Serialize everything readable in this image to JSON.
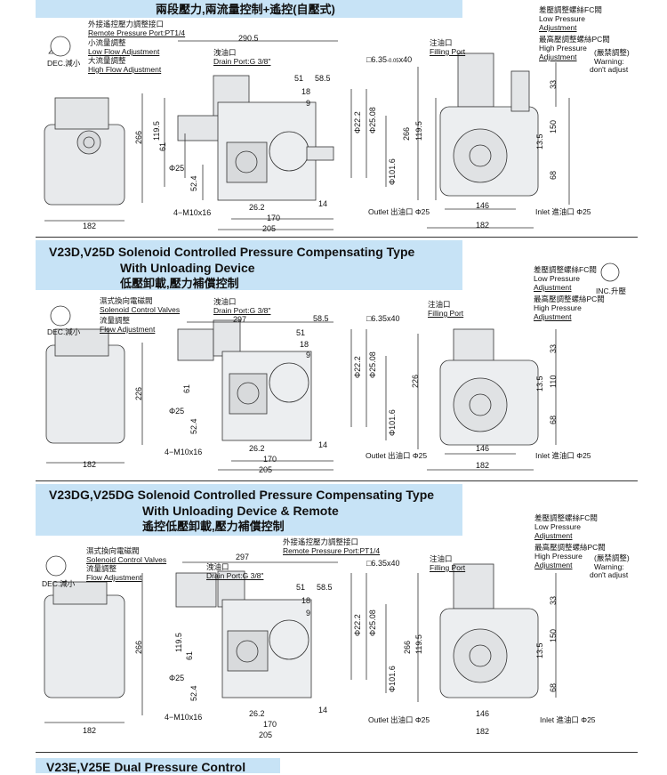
{
  "sections": [
    {
      "title_cn": "兩段壓力,兩流量控制+遙控(自壓式)",
      "left": {
        "dec": "DEC.減小",
        "w182": "182",
        "h266": "266"
      },
      "mid": {
        "remote_cn": "外接遙控壓力調整接口",
        "remote_en": "Remote Pressure Port:PT1/4",
        "low_flow_cn": "小流量調整",
        "low_flow_en": "Low Flow Adjustment",
        "high_flow_cn": "大流量調整",
        "high_flow_en": "High Flow Adjustment",
        "drain_cn": "洩油口",
        "drain_en": "Drain Port:G 3/8\"",
        "d290": "290.5",
        "d51": "51",
        "d58": "58.5",
        "d18": "18",
        "d9": "9",
        "d119": "119.5",
        "d61": "61",
        "d524": "52.4",
        "phi25": "Φ25",
        "m10": "4−M10x16",
        "d262": "26.2",
        "d14": "14",
        "d170": "170",
        "d205": "205",
        "key": "□6.35",
        "key_tol": "-0.05",
        "keyx": "x40",
        "phi22": "Φ22.2",
        "phi2508": "Φ25.08",
        "phi1016": "Φ101.6"
      },
      "right": {
        "fc_cn": "差壓調整螺絲FC閥",
        "fc_en1": "Low Pressure",
        "fc_en2": "Adjustment",
        "pc_cn": "最高壓調整螺絲PC閥",
        "pc_en1": "High Pressure",
        "pc_en2": "Adjustment",
        "warn_cn": "(嚴禁調整)",
        "warn1": "Warning:",
        "warn2": "don't adjust",
        "fill_cn": "注油口",
        "fill_en": "Filling Port",
        "d33": "33",
        "d135": "13.5",
        "d150": "150",
        "d68": "68",
        "d266": "266",
        "d1195": "119.5",
        "d146": "146",
        "d182": "182",
        "outlet": "Outlet 出油口 Φ25",
        "inlet": "Inlet 進油口 Φ25"
      }
    },
    {
      "title_en1": "V23D,V25D Solenoid Controlled Pressure Compensating Type",
      "title_en2": "With Unloading Device",
      "title_cn": "低壓卸載,壓力補償控制",
      "left": {
        "dec": "DEC.減小",
        "w182": "182",
        "h226": "226"
      },
      "mid": {
        "sol_cn": "濕式換向電磁閥",
        "sol_en": "Solenoid Control Valves",
        "flow_cn": "流量調整",
        "flow_en": "Flow Adjustment",
        "drain_cn": "洩油口",
        "drain_en": "Drain Port:G 3/8\"",
        "d297": "297",
        "d58": "58.5",
        "d51": "51",
        "d18": "18",
        "d9": "9",
        "d61": "61",
        "d524": "52.4",
        "phi25": "Φ25",
        "m10": "4−M10x16",
        "d262": "26.2",
        "d14": "14",
        "d170": "170",
        "d205": "205",
        "key": "□6.35",
        "keyx": "x40",
        "phi22": "Φ22.2",
        "phi2508": "Φ25.08",
        "phi1016": "Φ101.6"
      },
      "right": {
        "fc_cn": "差壓調整螺絲FC閥",
        "fc_en1": "Low Pressure",
        "fc_en2": "Adjustment",
        "inc": "INC.升壓",
        "pc_cn": "最高壓調整螺絲PC閥",
        "pc_en1": "High Pressure",
        "pc_en2": "Adjustment",
        "fill_cn": "注油口",
        "fill_en": "Filling Port",
        "d33": "33",
        "d135": "13.5",
        "d110": "110",
        "d68": "68",
        "d226": "226",
        "d146": "146",
        "d182": "182",
        "outlet": "Outlet 出油口 Φ25",
        "inlet": "Inlet 進油口 Φ25"
      }
    },
    {
      "title_en1": "V23DG,V25DG Solenoid Controlled Pressure Compensating Type",
      "title_en2": "With Unloading Device & Remote",
      "title_cn": "遙控低壓卸載,壓力補償控制",
      "left": {
        "dec": "DEC.減小",
        "w182": "182",
        "h266": "266"
      },
      "mid": {
        "sol_cn": "濕式換向電磁閥",
        "sol_en": "Solenoid Control Valves",
        "flow_cn": "流量調整",
        "flow_en": "Flow Adjustment",
        "remote_cn": "外接遙控壓力調整接口",
        "remote_en": "Remote Pressure Port:PT1/4",
        "drain_cn": "洩油口",
        "drain_en": "Drain Port:G 3/8\"",
        "d297": "297",
        "d51": "51",
        "d58": "58.5",
        "d18": "18",
        "d9": "9",
        "d119": "119.5",
        "d61": "61",
        "d524": "52.4",
        "phi25": "Φ25",
        "m10": "4−M10x16",
        "d262": "26.2",
        "d14": "14",
        "d170": "170",
        "d205": "205",
        "key": "□6.35",
        "keyx": "x40",
        "phi22": "Φ22.2",
        "phi2508": "Φ25.08",
        "phi1016": "Φ101.6"
      },
      "right": {
        "fc_cn": "差壓調整螺絲FC閥",
        "fc_en1": "Low Pressure",
        "fc_en2": "Adjustment",
        "pc_cn": "最高壓調整螺絲PC閥",
        "pc_en1": "High Pressure",
        "pc_en2": "Adjustment",
        "warn_cn": "(嚴禁調整)",
        "warn1": "Warning:",
        "warn2": "don't adjust",
        "fill_cn": "注油口",
        "fill_en": "Filling Port",
        "d33": "33",
        "d135": "13.5",
        "d150": "150",
        "d68": "68",
        "d266": "266",
        "d1195": "119.5",
        "d146": "146",
        "d182": "182",
        "outlet": "Outlet 出油口 Φ25",
        "inlet": "Inlet 進油口 Φ25"
      }
    },
    {
      "title_en1": "V23E,V25E Dual Pressure Control"
    }
  ]
}
